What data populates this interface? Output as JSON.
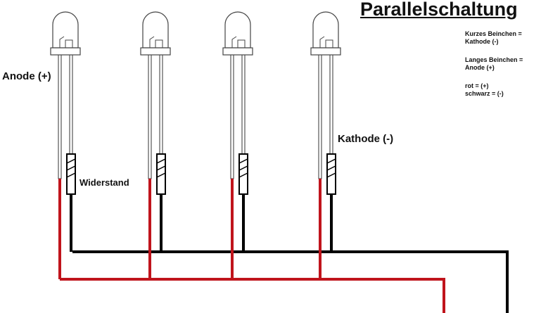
{
  "title": "Parallelschaltung",
  "labels": {
    "anode": "Anode (+)",
    "kathode": "Kathode (-)",
    "widerstand": "Widerstand"
  },
  "legend": {
    "short_leg_1": "Kurzes Beinchen =",
    "short_leg_2": "Kathode (-)",
    "long_leg_1": "Langes Beinchen =",
    "long_leg_2": "Anode (+)",
    "red": "rot = (+)",
    "black": "schwarz = (-)"
  },
  "colors": {
    "positive_wire": "#c0141c",
    "negative_wire": "#000000"
  },
  "led_count": 4
}
